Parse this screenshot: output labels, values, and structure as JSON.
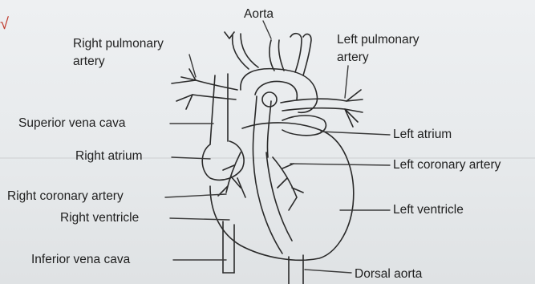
{
  "diagram": {
    "labels": {
      "aorta": "Aorta",
      "right_pulmonary_artery_line1": "Right pulmonary",
      "right_pulmonary_artery_line2": "artery",
      "left_pulmonary_artery_line1": "Left pulmonary",
      "left_pulmonary_artery_line2": "artery",
      "superior_vena_cava": "Superior vena cava",
      "right_atrium": "Right atrium",
      "right_coronary_artery": "Right coronary artery",
      "right_ventricle": "Right ventricle",
      "inferior_vena_cava": "Inferior vena cava",
      "left_atrium": "Left atrium",
      "left_coronary_artery": "Left coronary artery",
      "left_ventricle": "Left ventricle",
      "dorsal_aorta": "Dorsal aorta"
    },
    "colors": {
      "ink": "#2a2a2a",
      "paper": "#e9ecee",
      "margin_mark": "#c0392b"
    }
  }
}
